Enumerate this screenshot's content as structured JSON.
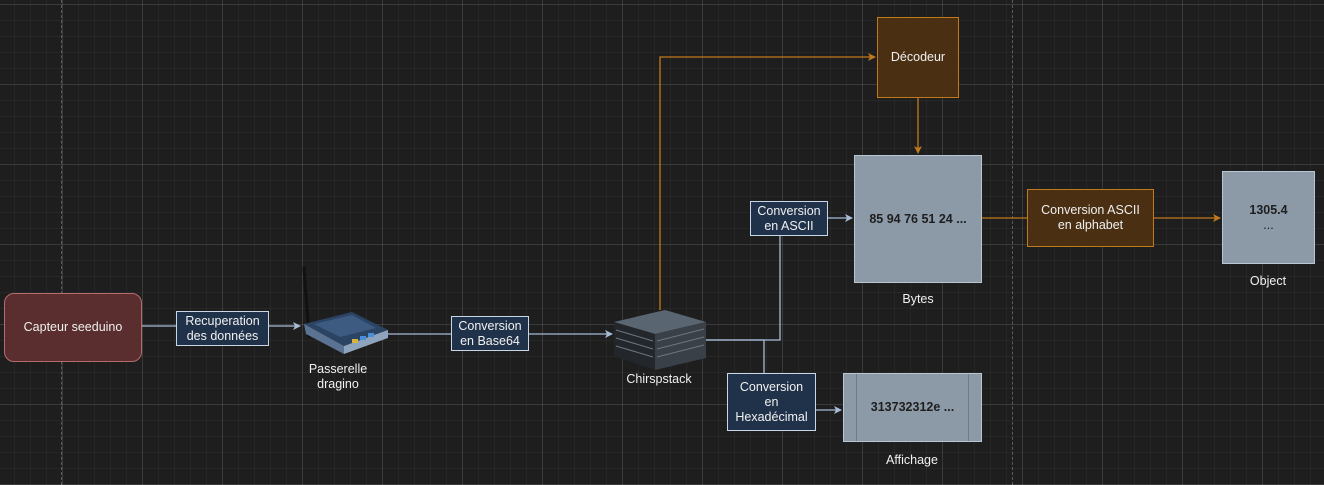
{
  "nodes": {
    "capteur": "Capteur seeduino",
    "recuperation": "Recuperation\ndes données",
    "passerelle": "Passerelle\ndragino",
    "conversion_base64": "Conversion\nen Base64",
    "chirpstack": "Chirspstack",
    "decodeur": "Décodeur",
    "conversion_ascii": "Conversion\nen ASCII",
    "bytes_value": "85 94 76 51 24 ...",
    "bytes_caption": "Bytes",
    "conversion_alphabet": "Conversion ASCII\nen alphabet",
    "object_value": "1305.4",
    "object_more": "...",
    "object_caption": "Object",
    "conversion_hex": "Conversion\nen\nHexadécimal",
    "affichage_value": "313732312e ...",
    "affichage_caption": "Affichage"
  },
  "colors": {
    "blue_wire": "#a6bcd8",
    "orange_wire": "#c07a1c"
  },
  "icons": {
    "gateway": "router-icon",
    "server": "server-icon"
  }
}
